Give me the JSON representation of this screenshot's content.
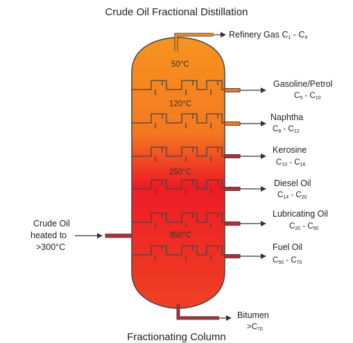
{
  "title": "Crude Oil Fractional Distillation",
  "caption": "Fractionating Column",
  "feed": {
    "line1": "Crude Oil",
    "line2": "heated to",
    "line3": ">300°C"
  },
  "temperatures": [
    "50°C",
    "120°C",
    "250°C",
    "350°C"
  ],
  "products": [
    {
      "name": "Refinery Gas",
      "formula": [
        "C",
        "1",
        " - C",
        "4"
      ]
    },
    {
      "name": "Gasoline/Petrol",
      "formula": [
        "C",
        "5",
        " - C",
        "10"
      ]
    },
    {
      "name": "Naphtha",
      "formula": [
        "C",
        "8",
        " - C",
        "12"
      ]
    },
    {
      "name": "Kerosine",
      "formula": [
        "C",
        "10",
        " - C",
        "16"
      ]
    },
    {
      "name": "Diesel Oil",
      "formula": [
        "C",
        "14",
        " - C",
        "20"
      ]
    },
    {
      "name": "Lubricating Oil",
      "formula": [
        "C",
        "20",
        " - C",
        "50"
      ]
    },
    {
      "name": "Fuel Oil",
      "formula": [
        "C",
        "50",
        " - C",
        "70"
      ]
    },
    {
      "name": "Bitumen",
      "formula": [
        ">C",
        "70",
        "",
        ""
      ]
    }
  ],
  "colors": {
    "top": "#f7941d",
    "bottom": "#ed1c24",
    "outline": "#444444",
    "pipe": "#c1272d"
  }
}
